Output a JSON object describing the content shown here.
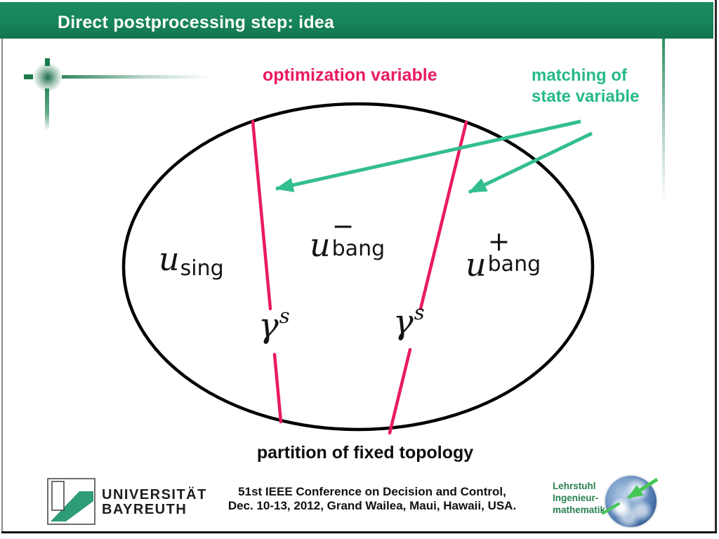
{
  "slide": {
    "title": "Direct postprocessing step: idea"
  },
  "diagram": {
    "label_optimization": "optimization variable",
    "label_matching_line1": "matching of",
    "label_matching_line2": "state variable",
    "caption": "partition of fixed topology",
    "math": {
      "u_sing": {
        "base": "u",
        "sub": "sing"
      },
      "u_bang_minus": {
        "base": "u",
        "sup": "−",
        "sub": "bang"
      },
      "u_bang_plus": {
        "base": "u",
        "sup": "+",
        "sub": "bang"
      },
      "gamma_left": {
        "base": "γ",
        "sup": "s"
      },
      "gamma_right": {
        "base": "γ",
        "sup": "s"
      }
    }
  },
  "footer": {
    "university": {
      "line1": "UNIVERSITÄT",
      "line2": "BAYREUTH"
    },
    "conference": {
      "line1": "51st IEEE Conference on Decision and Control,",
      "line2": "Dec. 10-13, 2012, Grand Wailea, Maui, Hawaii, USA."
    },
    "chair": {
      "line1": "Lehrstuhl",
      "line2": "Ingenieur-",
      "line3": "mathematik"
    }
  },
  "icons": {
    "crosshair": "crosshair-decoration",
    "earth": "earth-globe-image",
    "logo": "universitaet-bayreuth-logo"
  },
  "colors": {
    "header_green": "#17845A",
    "accent_pink": "#E91A63",
    "accent_teal": "#2BB98C",
    "chair_green": "#26804F",
    "logo_green": "#2E9C76",
    "ellipse_black": "#000000"
  }
}
